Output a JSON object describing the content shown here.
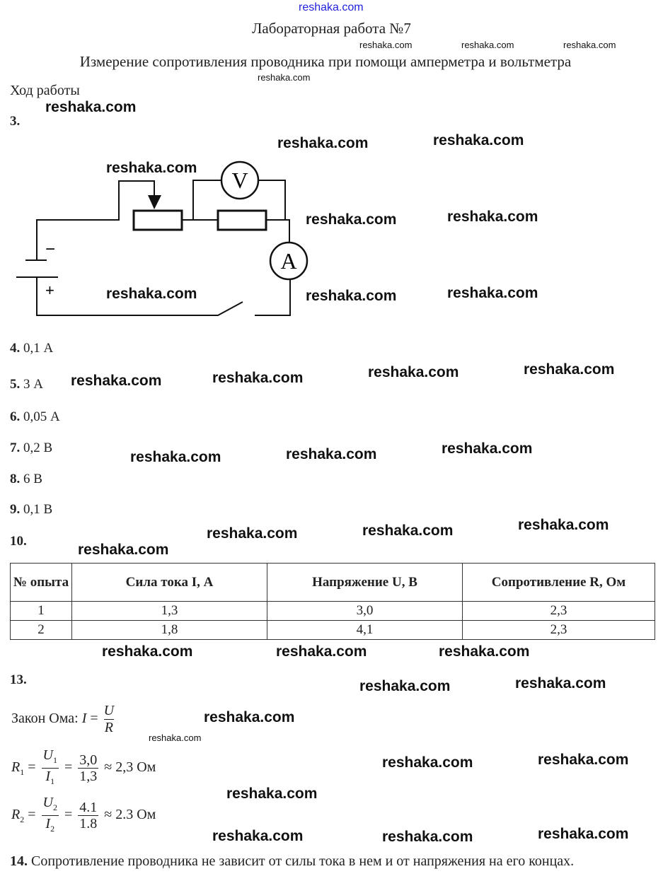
{
  "watermark": "reshaka.com",
  "header": {
    "title": "Лабораторная работа №7",
    "subtitle": "Измерение сопротивления проводника при помощи амперметра и вольтметра"
  },
  "section": "Ход работы",
  "items": [
    {
      "num": "3.",
      "text": ""
    },
    {
      "num": "4.",
      "text": "0,1 А"
    },
    {
      "num": "5.",
      "text": "3 А"
    },
    {
      "num": "6.",
      "text": "0,05 А"
    },
    {
      "num": "7.",
      "text": "0,2 В"
    },
    {
      "num": "8.",
      "text": "6 В"
    },
    {
      "num": "9.",
      "text": "0,1 В"
    },
    {
      "num": "10.",
      "text": ""
    },
    {
      "num": "13.",
      "text": ""
    }
  ],
  "circuit": {
    "voltmeter": "V",
    "ammeter": "A",
    "minus": "−",
    "plus": "+"
  },
  "table": {
    "headers": [
      "№ опыта",
      "Сила тока I, А",
      "Напряжение U, В",
      "Сопротивление R, Ом"
    ],
    "rows": [
      [
        "1",
        "1,3",
        "3,0",
        "2,3"
      ],
      [
        "2",
        "1,8",
        "4,1",
        "2,3"
      ]
    ]
  },
  "formulas": {
    "ohm_label": "Закон Ома:",
    "ohm_lhs": "I",
    "ohm_num": "U",
    "ohm_den": "R",
    "r1_lhs": "R",
    "r1_sub": "1",
    "r1_num": "U",
    "r1_num_sub": "1",
    "r1_den": "I",
    "r1_den_sub": "1",
    "r1_vnum": "3,0",
    "r1_vden": "1,3",
    "r1_result": "≈ 2,3 Ом",
    "r2_lhs": "R",
    "r2_sub": "2",
    "r2_num": "U",
    "r2_num_sub": "2",
    "r2_den": "I",
    "r2_den_sub": "2",
    "r2_vnum": "4.1",
    "r2_vden": "1.8",
    "r2_result": "≈ 2.3 Ом"
  },
  "item14": {
    "num": "14.",
    "text": "Сопротивление проводника не зависит от силы тока в нем и от напряжения на его концах."
  }
}
